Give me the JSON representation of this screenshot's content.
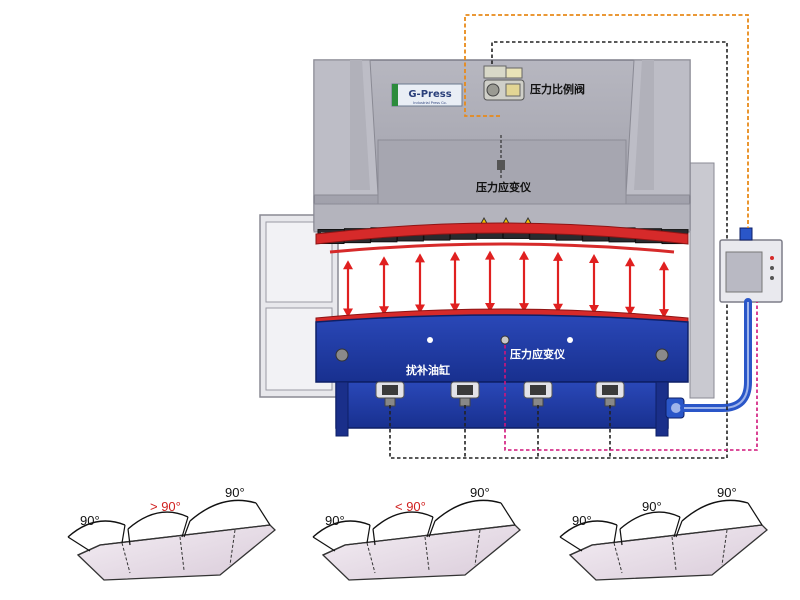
{
  "brand": {
    "logo_text": "G-Press",
    "logo_subtext": "Industrial Press Co."
  },
  "labels": {
    "valve": "压力比例阀",
    "strain_gauge_upper": "压力应变仪",
    "strain_gauge_lower": "压力应变仪",
    "deflection_cylinder": "扰补油缸"
  },
  "bend_examples": [
    {
      "left": "90°",
      "middle": "> 90°",
      "right": "90°",
      "middle_highlight": true
    },
    {
      "left": "90°",
      "middle": "< 90°",
      "right": "90°",
      "middle_highlight": true
    },
    {
      "left": "90°",
      "middle": "90°",
      "right": "90°",
      "middle_highlight": false
    }
  ],
  "colors": {
    "machine_gray": "#a9a9b3",
    "bed_blue": "#1f3aa6",
    "beam_red": "#d62a2a",
    "arrow_red": "#e02020",
    "wire_orange": "#e88a1a",
    "wire_black": "#222222",
    "wire_pink": "#d0147a",
    "hose_blue": "#2a56c8",
    "highlight_red": "#d0201f"
  }
}
